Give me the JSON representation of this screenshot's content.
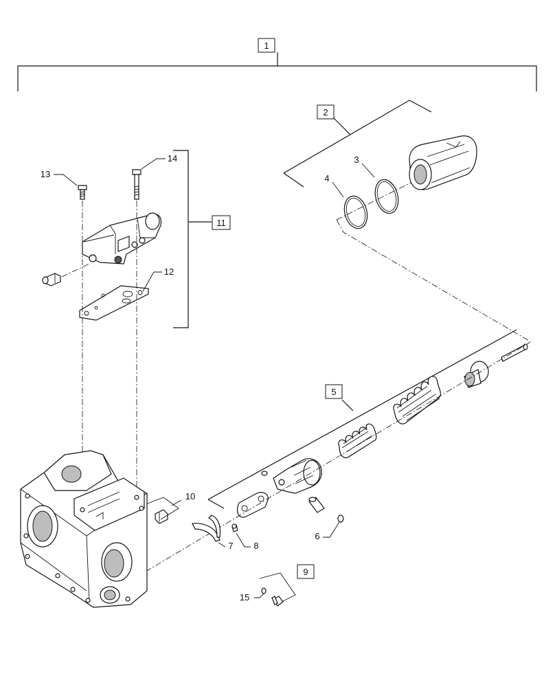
{
  "callouts": {
    "c1": "1",
    "c2": "2",
    "c3": "3",
    "c4": "4",
    "c5": "5",
    "c6": "6",
    "c7": "7",
    "c8": "8",
    "c9": "9",
    "c10": "10",
    "c11": "11",
    "c12": "12",
    "c13": "13",
    "c14": "14",
    "c15": "15"
  },
  "icons": {
    "bolt": "bolt-icon",
    "o_ring": "o-ring-icon",
    "piston": "piston-icon",
    "spring": "spring-icon",
    "valve_body": "valve-body-icon",
    "gasket": "gasket-icon",
    "housing": "housing-icon"
  },
  "colors": {
    "line": "#111111",
    "shade": "#bdbdbd",
    "background": "#ffffff"
  }
}
